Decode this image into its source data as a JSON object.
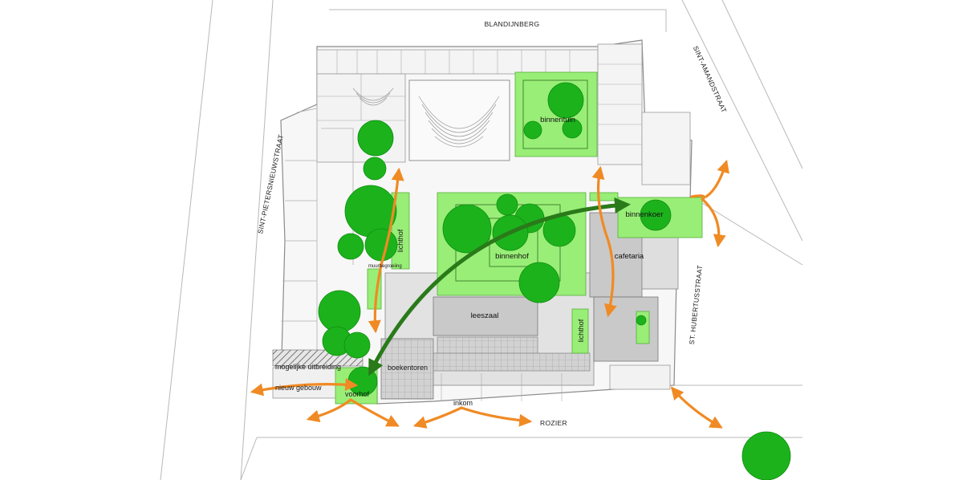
{
  "map": {
    "streets": {
      "north": "BLANDIJNBERG",
      "west": "SINT-PIETERSNIEUWSTRAAT",
      "northeast": "SINT-AMANDSTRAAT",
      "east": "ST. HUBERTUSSTRAAT",
      "south": "ROZIER"
    },
    "areas": {
      "binnentuin": "binnentuin",
      "binnenhof": "binnenhof",
      "binnenkoer": "binnenkoer",
      "cafetaria": "cafetaria",
      "leeszaal": "leeszaal",
      "lichthof_west": "lichthof",
      "lichthof_east": "lichthof",
      "muurbegroeiing": "muurbegroeiing",
      "mogelijke_uitbreiding": "mogelijke uitbreiding",
      "nieuw_gebouw": "nieuw gebouw",
      "voorhof": "voorhof",
      "boekentoren": "boekentoren",
      "inkom": "inkom"
    },
    "colors": {
      "green_zone": "#99ee77",
      "tree": "#1cb21c",
      "tree_stroke": "#0f8f0f",
      "arrow_orange": "#f08a24",
      "arrow_dark_green": "#2a7a1a",
      "building_grey": "#c9c9c9",
      "outline": "#8a8a8a"
    }
  }
}
